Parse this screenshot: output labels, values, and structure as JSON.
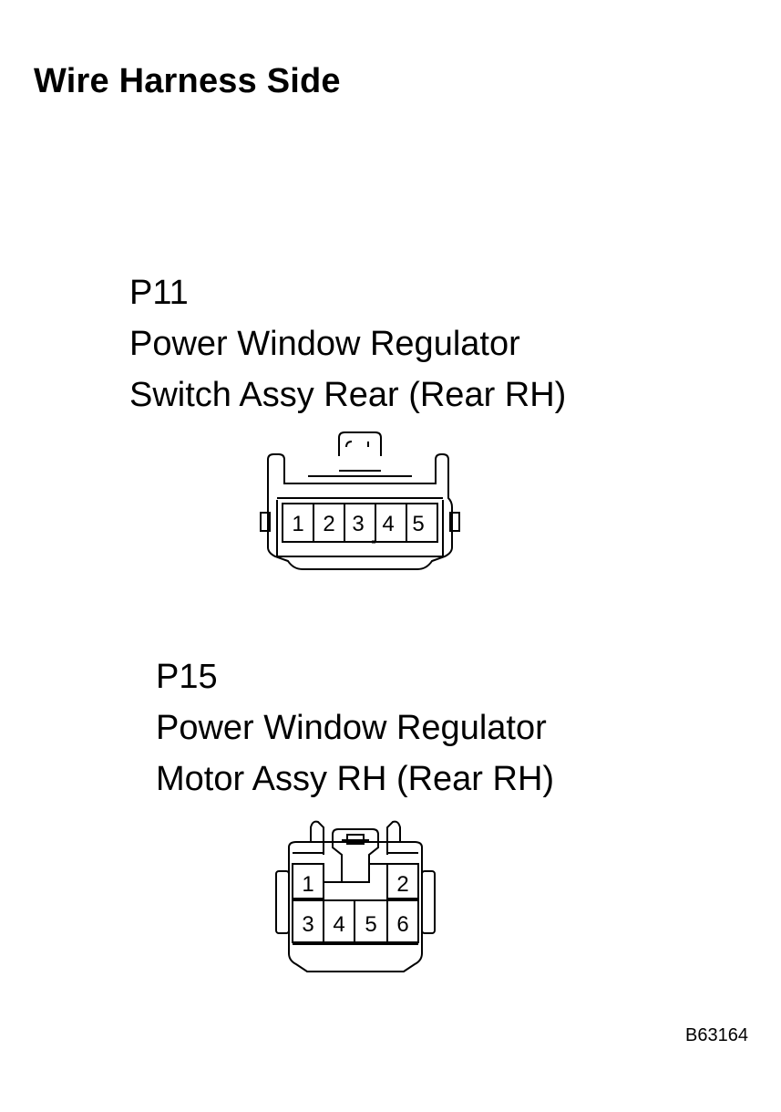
{
  "header": {
    "title": "Wire Harness Side"
  },
  "connectors": [
    {
      "id": "P11",
      "lines": [
        "Power Window Regulator",
        "Switch Assy Rear (Rear RH)"
      ],
      "pins": [
        "1",
        "2",
        "3",
        "4",
        "5"
      ]
    },
    {
      "id": "P15",
      "lines": [
        "Power Window Regulator",
        "Motor Assy RH (Rear RH)"
      ],
      "pins": [
        "1",
        "2",
        "3",
        "4",
        "5",
        "6"
      ]
    }
  ],
  "footer": {
    "figure_code": "B63164"
  }
}
